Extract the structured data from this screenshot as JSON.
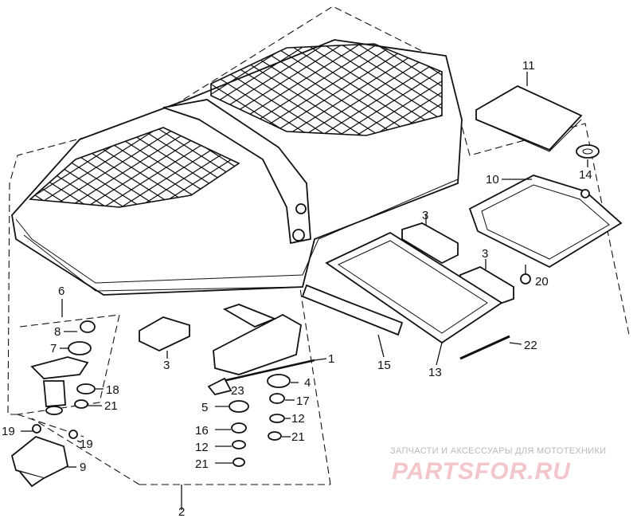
{
  "labels": {
    "n1": "1",
    "n2": "2",
    "n3a": "3",
    "n3b": "3",
    "n3c": "3",
    "n4": "4",
    "n5": "5",
    "n6": "6",
    "n7": "7",
    "n8": "8",
    "n9": "9",
    "n10": "10",
    "n11": "11",
    "n12a": "12",
    "n12b": "12",
    "n13": "13",
    "n14": "14",
    "n15": "15",
    "n16": "16",
    "n17": "17",
    "n18": "18",
    "n19a": "19",
    "n19b": "19",
    "n20": "20",
    "n21a": "21",
    "n21b": "21",
    "n21c": "21",
    "n22": "22",
    "n23": "23"
  },
  "watermark": {
    "caption": "ЗАПЧАСТИ И АКСЕССУАРЫ ДЛЯ МОТОТЕХНИКИ",
    "logo": "PARTSFOR.RU"
  }
}
